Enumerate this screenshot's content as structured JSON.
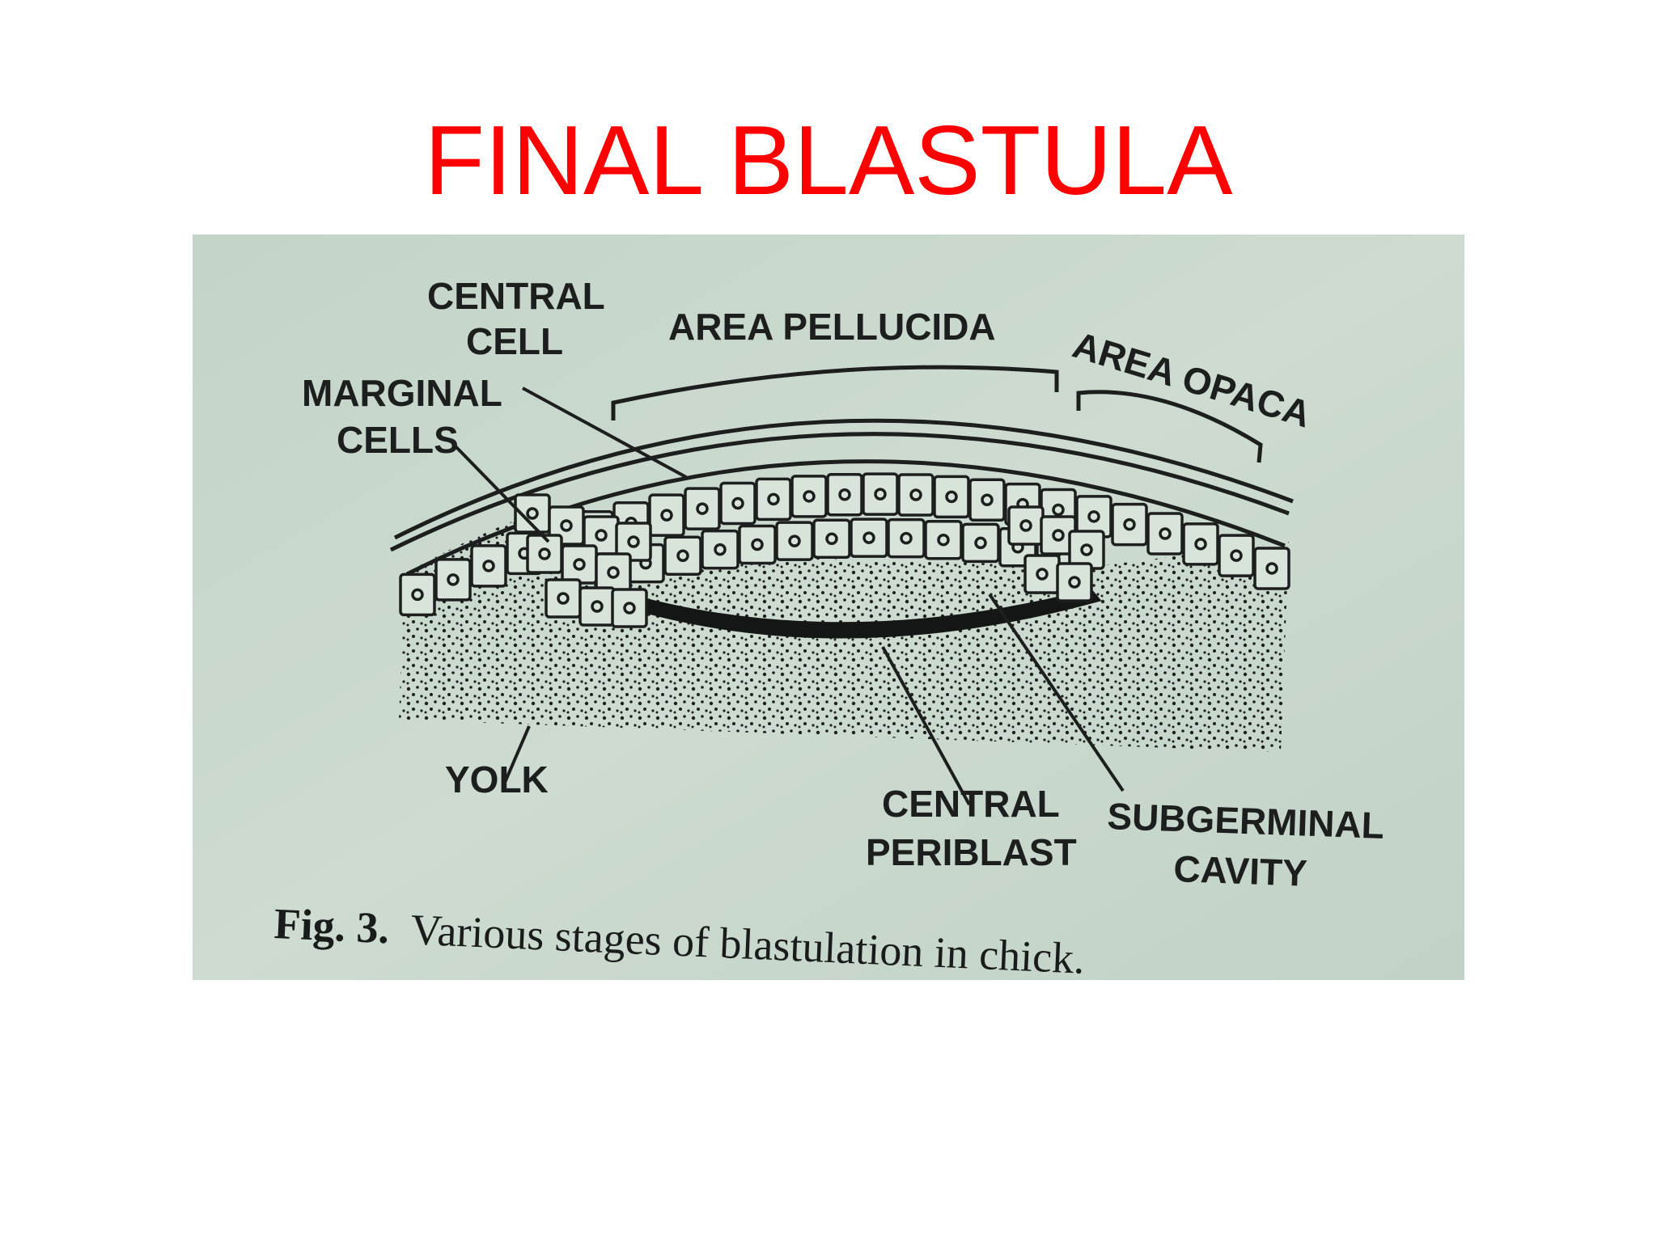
{
  "slide": {
    "title": "FINAL BLASTULA"
  },
  "figure": {
    "labels": {
      "central_cell_1": "CENTRAL",
      "central_cell_2": "CELL",
      "area_pellucida": "AREA PELLUCIDA",
      "area_opaca": "AREA OPACA",
      "marginal_cells_1": "MARGINAL",
      "marginal_cells_2": "CELLS",
      "yolk": "YOLK",
      "central_periblast_1": "CENTRAL",
      "central_periblast_2": "PERIBLAST",
      "subgerminal_cavity_1": "SUBGERMINAL",
      "subgerminal_cavity_2": "CAVITY"
    },
    "caption": {
      "number": "Fig. 3.",
      "text": "Various stages of blastulation in chick."
    },
    "colors": {
      "title": "#ff0000",
      "paper": "#c9d8cc",
      "ink": "#1c1f1d"
    }
  }
}
